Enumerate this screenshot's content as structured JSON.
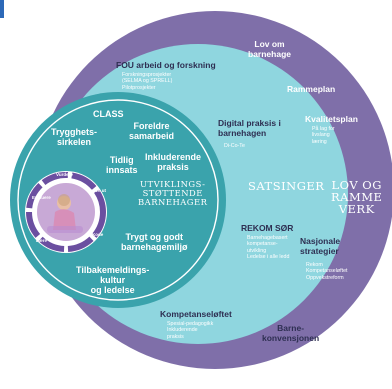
{
  "colors": {
    "outer_ring": "#7f6fa9",
    "middle_ring": "#8fd6df",
    "inner_ring": "#3aa3ac",
    "core_disc": "#ffffff",
    "label_text": "#2e2f52",
    "accent_bar": "#2d69b8"
  },
  "outer": {
    "lov_om_barnehage": [
      "Lov om",
      "barnehage"
    ],
    "rammeplan": "Rammeplan",
    "kvalitetsplan": {
      "title": "Kvalitetsplan",
      "bullets": [
        "På lag for",
        "livslang",
        "læring"
      ]
    },
    "lov_og_rammeverk": [
      "LOV OG",
      "RAMME",
      "VERK"
    ],
    "nasjonale_strategier": {
      "title": [
        "Nasjonale",
        "strategier"
      ],
      "bullets": [
        "Rekom",
        "Kompetanseløftet",
        "Oppvekstreform"
      ]
    },
    "barnekonvensjonen": [
      "Barne-",
      "konvensjonen"
    ]
  },
  "middle": {
    "fou": {
      "title": "FOU arbeid og forskning",
      "bullets": [
        "Forskningsprosjekter",
        "(SELMA og SPRELL)",
        "Pilotprosjekter"
      ]
    },
    "digital": {
      "title": [
        "Digital praksis i",
        "barnehagen"
      ],
      "bullets": [
        "Di-Co-Te"
      ]
    },
    "satsinger": "SATSINGER",
    "rekom_sor": {
      "title": "REKOM SØR",
      "bullets": [
        "Barnehagebasert",
        "kompetanse-",
        "utvikling",
        "Ledelse i alle ledd"
      ]
    },
    "kompetanseloftet": {
      "title": "Kompetanseløftet",
      "bullets": [
        "Spesial-pedagogikk",
        "Inkluderende",
        "praksis"
      ]
    }
  },
  "inner": {
    "class": "CLASS",
    "trygghetssirkelen": [
      "Trygghets-",
      "sirkelen"
    ],
    "foreldresamarbeid": [
      "Foreldre",
      "samarbeid"
    ],
    "tidlig_innsats": [
      "Tidlig",
      "innsats"
    ],
    "inkluderende_praksis": [
      "Inkluderende",
      "praksis"
    ],
    "utviklingsstottende": [
      "UTVIKLINGS-",
      "STØTTENDE",
      "BARNEHAGER"
    ],
    "trygt_og_godt": [
      "Trygt og godt",
      "barnehagemiljø"
    ],
    "tilbakemeldingskultur": [
      "Tilbakemeldings-",
      "kultur",
      "og ledelse"
    ]
  },
  "core": {
    "photo_icon": "child-chalk-drawing-photo",
    "cycle_labels": [
      "Vurdere",
      "Prøve ut",
      "Evaluere",
      "Lære",
      "Kode"
    ]
  }
}
